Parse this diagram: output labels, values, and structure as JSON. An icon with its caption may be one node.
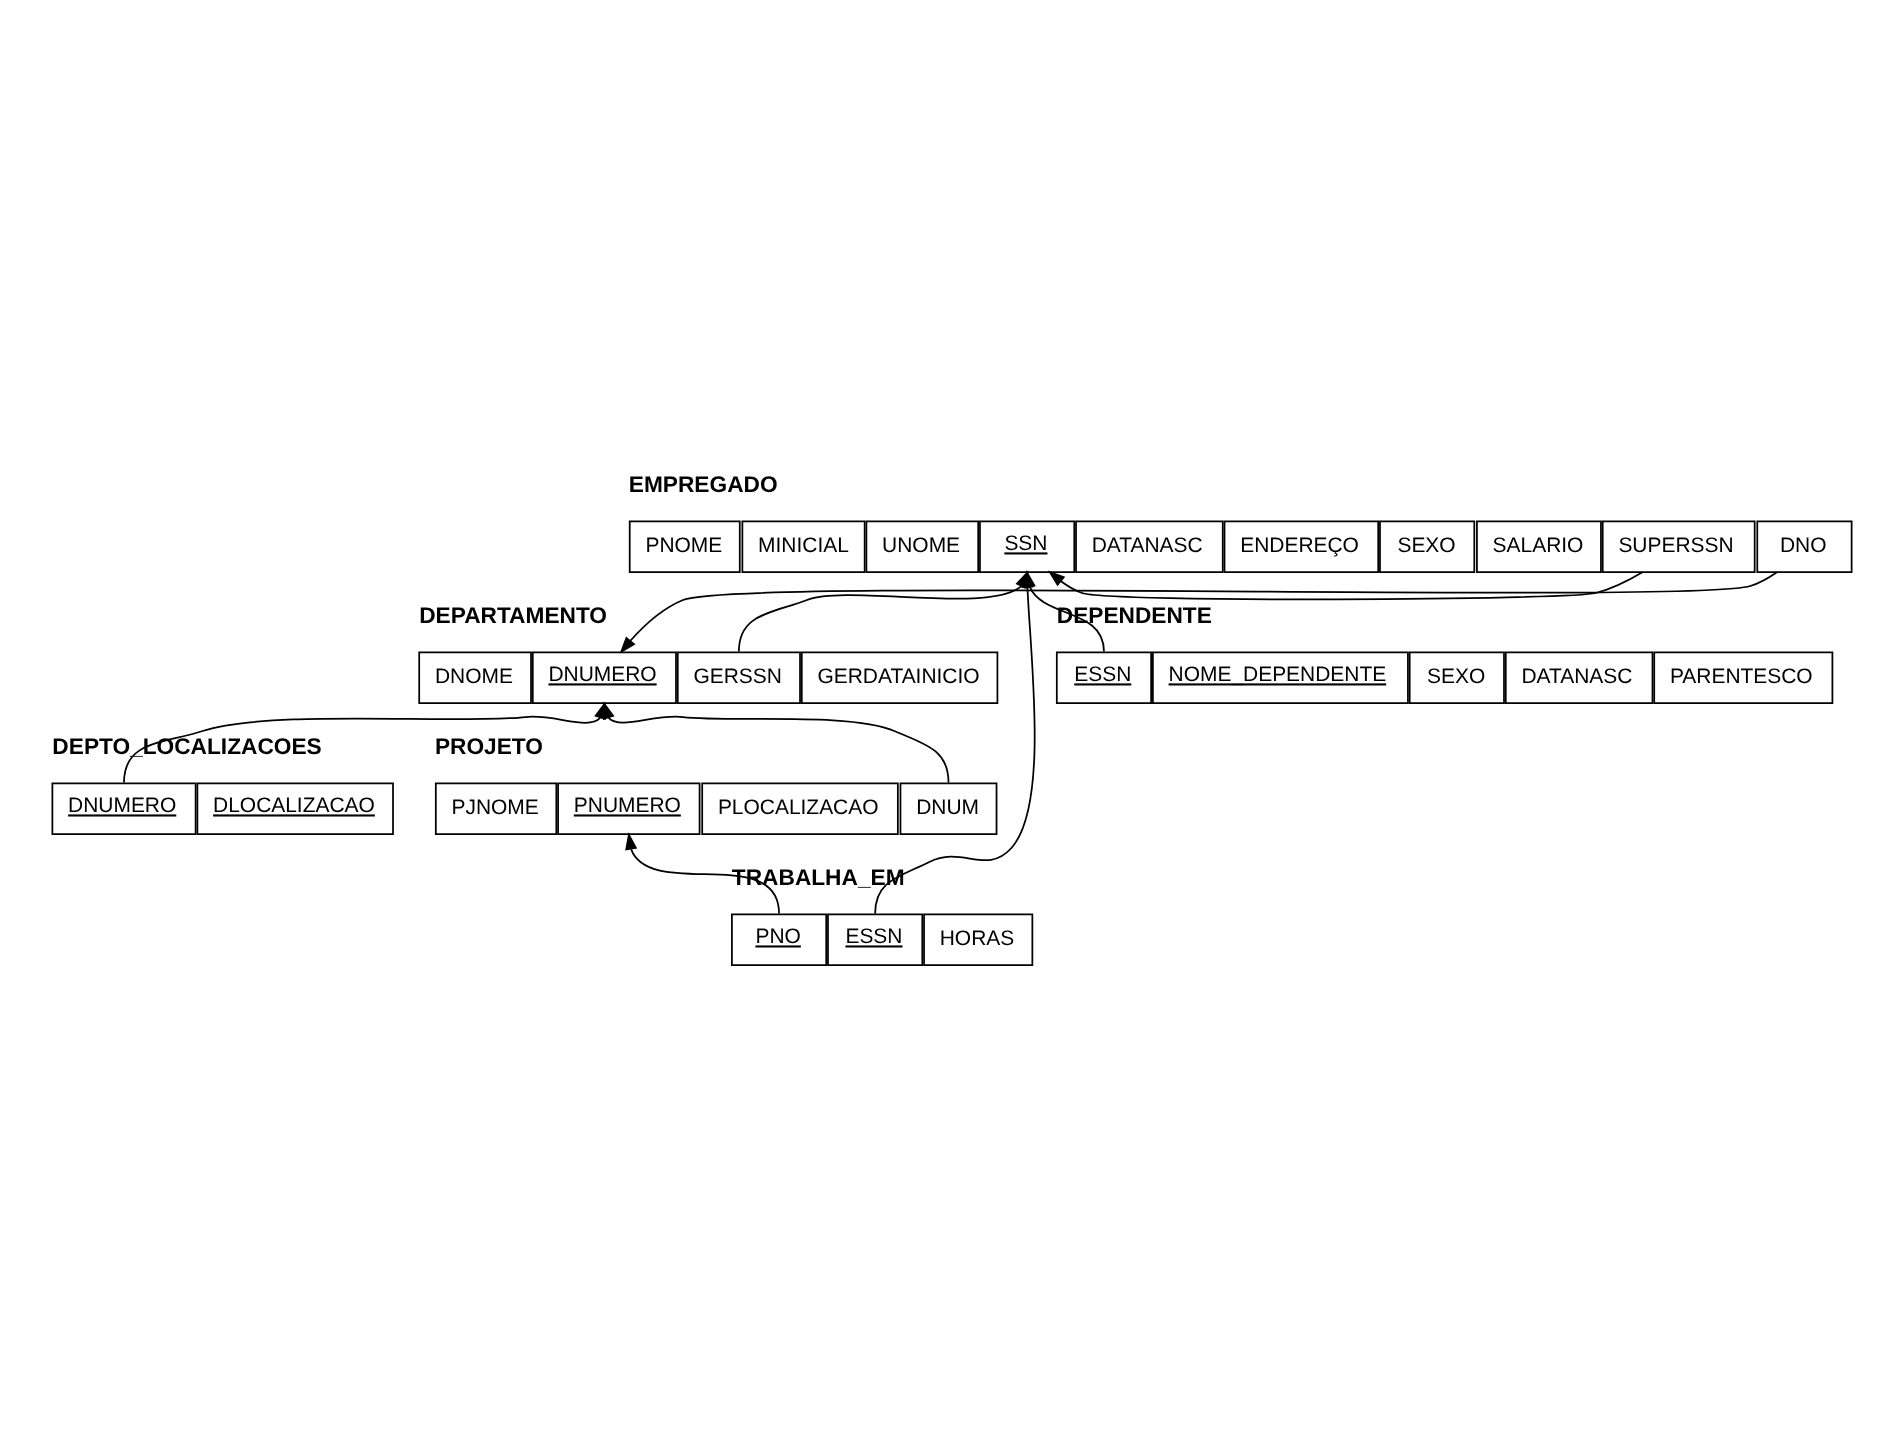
{
  "diagram": {
    "nodes": [
      {
        "text": [
          "PNOME"
        ]
      },
      {
        "text": [
          "MINICIAL"
        ]
      },
      {
        "text": [
          "UNOME"
        ]
      },
      {
        "text": [
          "SSN"
        ]
      },
      {
        "text": [
          "DATANASC"
        ]
      },
      {
        "text": [
          "ENDEREÇO"
        ]
      },
      {
        "text": [
          "SEXO"
        ]
      },
      {
        "text": [
          "SALARIO"
        ]
      },
      {
        "text": [
          "SUPERSSN"
        ]
      },
      {
        "text": [
          "DNO"
        ]
      },
      {
        "text": [
          "DNOME"
        ]
      },
      {
        "text": [
          "DNUMERO"
        ]
      },
      {
        "text": [
          "GERSSN"
        ]
      },
      {
        "text": [
          "GERDATAINICIO"
        ]
      },
      {
        "text": [
          "DNUMERO"
        ]
      },
      {
        "text": [
          "DLOCALIZACAO"
        ]
      },
      {
        "text": [
          "PJNOME"
        ]
      },
      {
        "text": [
          "PNUMERO"
        ]
      },
      {
        "text": [
          "PLOCALIZACAO"
        ]
      },
      {
        "text": [
          "DNUM"
        ]
      },
      {
        "text": [
          "ESSN"
        ]
      },
      {
        "text": [
          "PNO"
        ]
      },
      {
        "text": [
          "HORAS"
        ]
      },
      {
        "text": [
          "ESSN"
        ]
      },
      {
        "text": [
          "NOME_DEPENDENTE"
        ]
      },
      {
        "text": [
          "SEXO"
        ]
      },
      {
        "text": [
          "DATANASC"
        ]
      },
      {
        "text": [
          "PARENTESCO"
        ]
      }
    ],
    "edges": [
      {
        "from": 8,
        "to": 3,
        "arrow": "to"
      },
      {
        "from": 9,
        "to": 11,
        "arrow": "to"
      },
      {
        "from": 12,
        "to": 3,
        "arrow": "to"
      },
      {
        "from": 14,
        "to": 11,
        "arrow": "to"
      },
      {
        "from": 19,
        "to": 11,
        "arrow": "to"
      },
      {
        "from": 21,
        "to": 17,
        "arrow": "to"
      },
      {
        "from": 20,
        "to": 3,
        "arrow": "to"
      },
      {
        "from": 23,
        "to": 3,
        "arrow": "to"
      }
    ],
    "labels": [
      "EMPREGADO",
      "DEPARTAMENTO",
      "DEPTO_LOCALIZACOES",
      "PROJETO",
      "TRABALHA_EM",
      "DEPENDENTE"
    ]
  }
}
